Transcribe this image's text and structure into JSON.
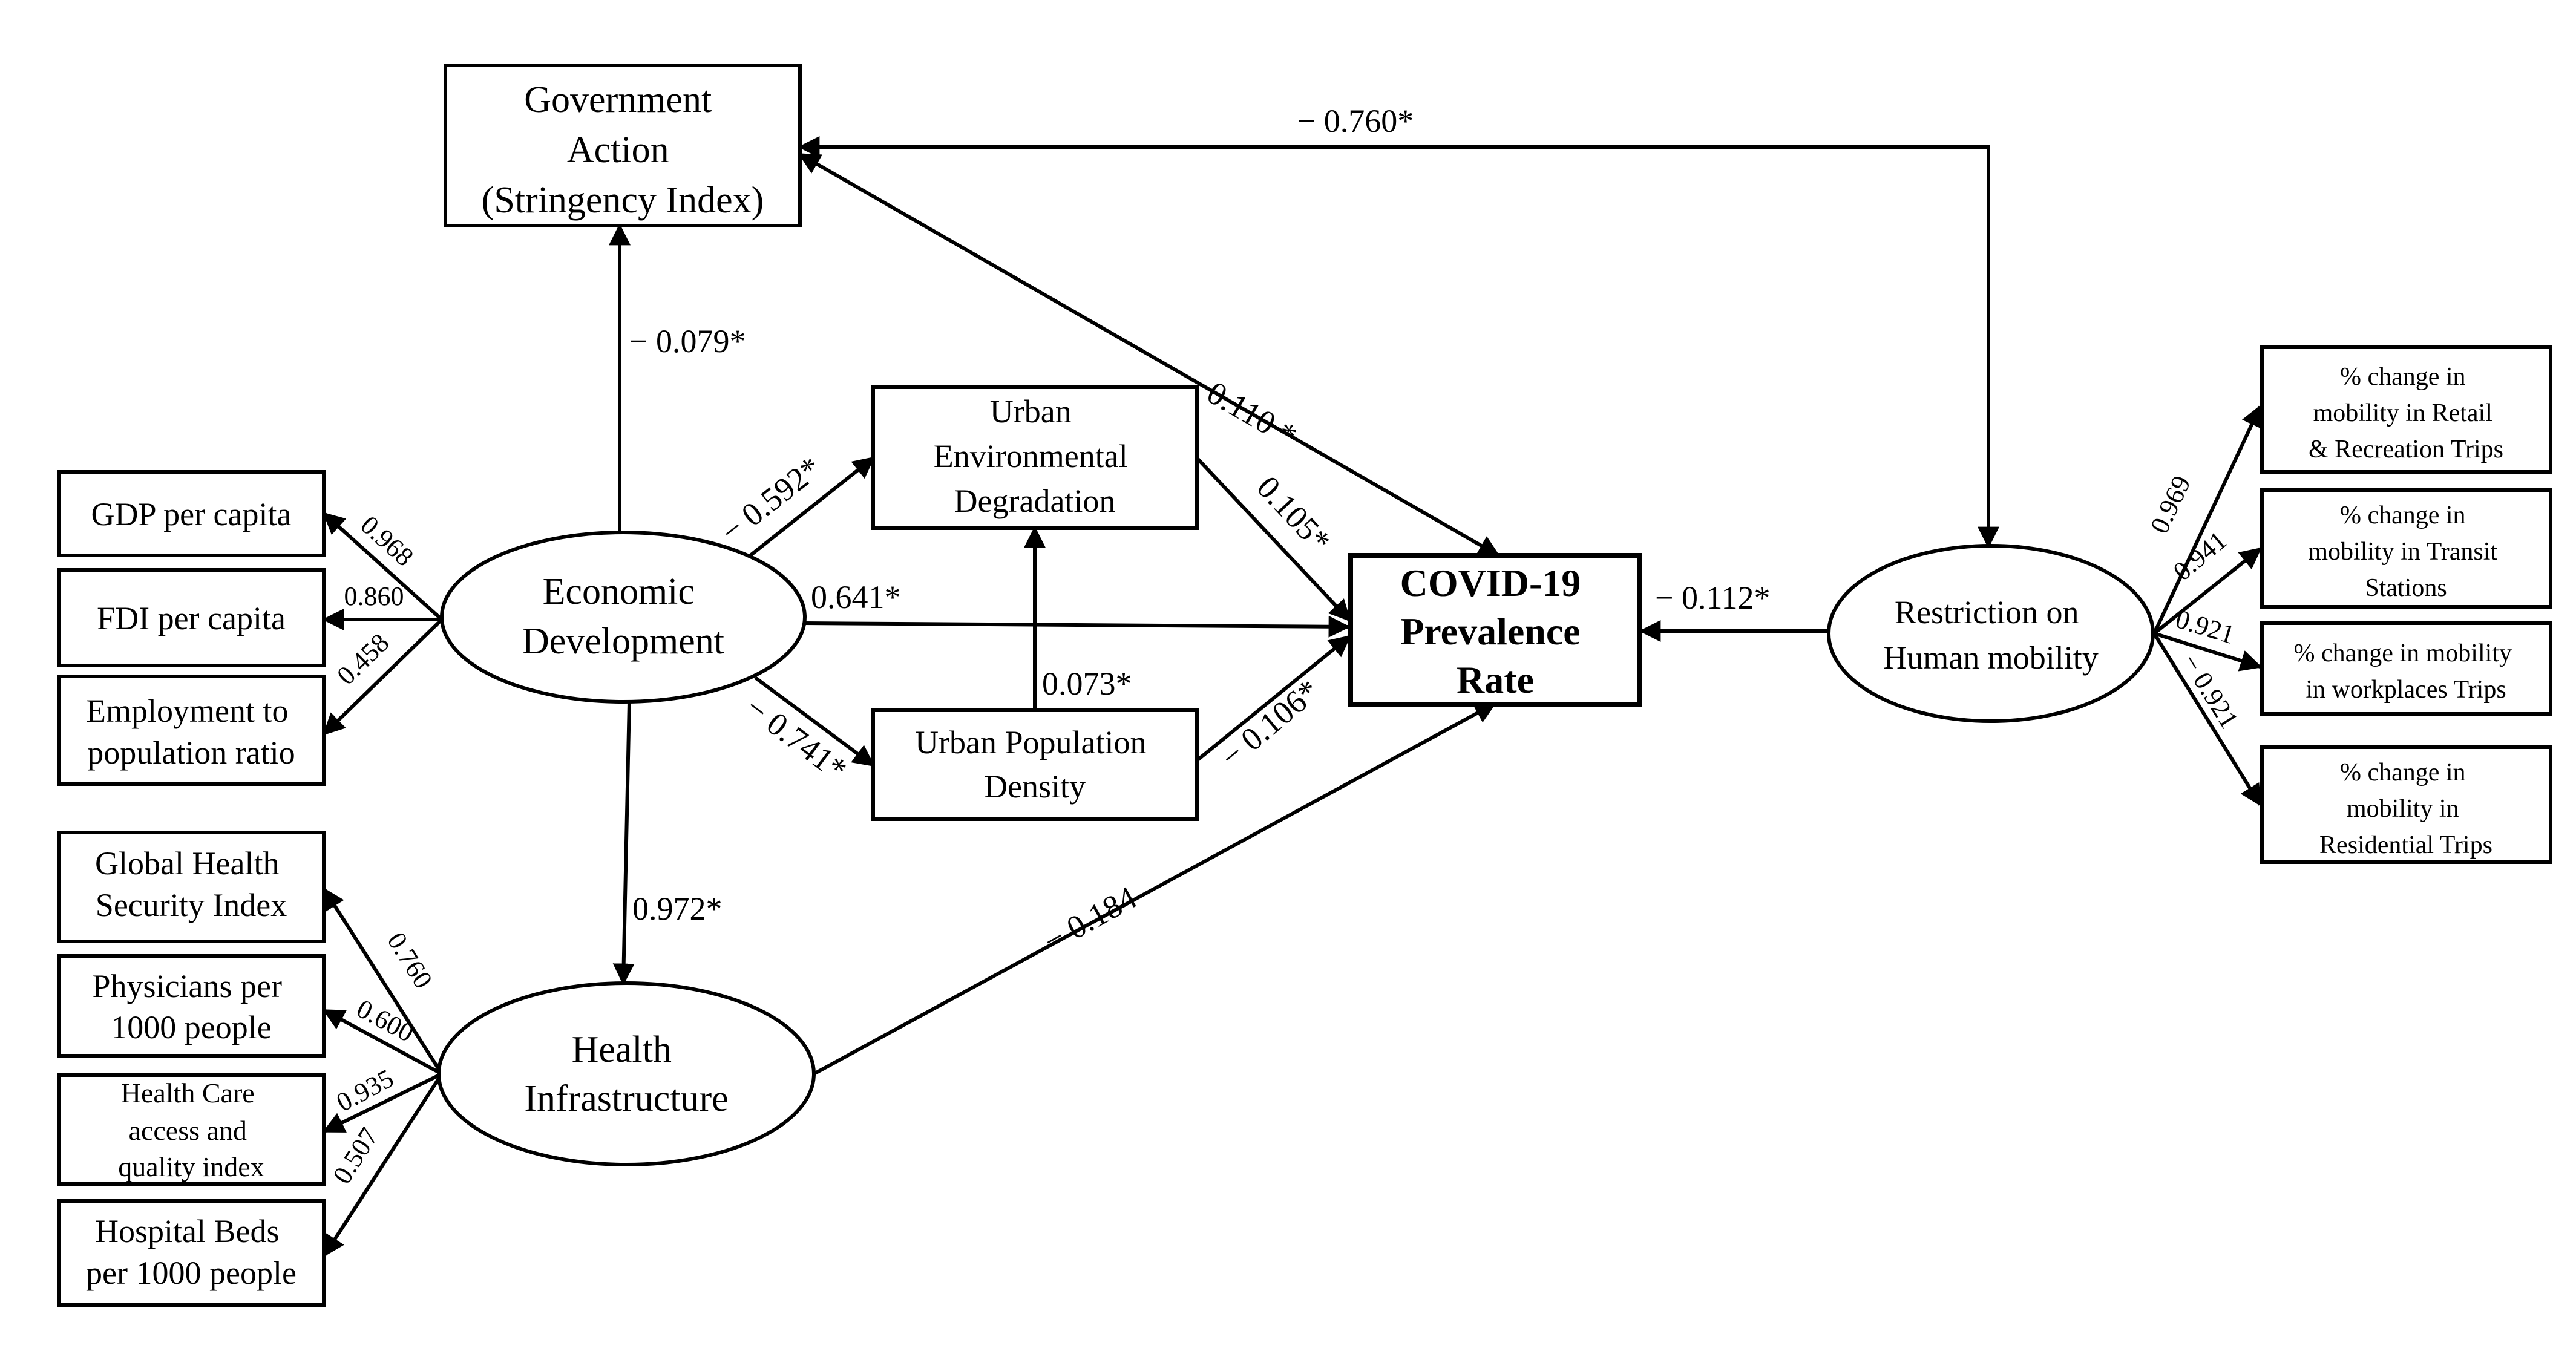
{
  "nodes": {
    "government_action": [
      "Government",
      "Action",
      "(Stringency Index)"
    ],
    "urban_env_degradation": [
      "Urban",
      "Environmental",
      "Degradation"
    ],
    "urban_population_density": [
      "Urban Population",
      "Density"
    ],
    "covid_prevalence": [
      "COVID-19",
      "Prevalence",
      "Rate"
    ],
    "economic_development": [
      "Economic",
      "Development"
    ],
    "health_infrastructure": [
      "Health",
      "Infrastructure"
    ],
    "restriction_mobility": [
      "Restriction on",
      "Human mobility"
    ],
    "gdp_per_capita": [
      "GDP per capita"
    ],
    "fdi_per_capita": [
      "FDI per capita"
    ],
    "employment_ratio": [
      "Employment to",
      "population ratio"
    ],
    "global_health_security": [
      "Global Health",
      "Security Index"
    ],
    "physicians": [
      "Physicians per",
      "1000 people"
    ],
    "health_care_access": [
      "Health Care",
      "access and",
      "quality index"
    ],
    "hospital_beds": [
      "Hospital Beds",
      "per 1000 people"
    ],
    "mobility_retail": [
      "% change in",
      "mobility in Retail",
      "& Recreation Trips"
    ],
    "mobility_transit": [
      "% change in",
      "mobility in Transit",
      "Stations"
    ],
    "mobility_workplaces": [
      "% change in mobility",
      "in workplaces Trips"
    ],
    "mobility_residential": [
      "% change in",
      "mobility in",
      "Residential Trips"
    ]
  },
  "edges": {
    "gov_restriction": "− 0.760*",
    "econ_gov": "− 0.079*",
    "gov_covid": "0.110 *",
    "econ_urban_env": "− 0.592*",
    "urban_env_covid": "0.105*",
    "econ_covid": "0.641*",
    "urban_density_env": "0.073*",
    "econ_urban_density": "− 0.741*",
    "urban_density_covid": "− 0.106*",
    "econ_health": "0.972*",
    "health_covid": "− 0.184",
    "restriction_covid": "− 0.112*"
  },
  "loadings": {
    "gdp": "0.968",
    "fdi": "0.860",
    "employment": "0.458",
    "global_health": "0.760",
    "physicians": "0.600",
    "health_care": "0.935",
    "hospital_beds": "0.507",
    "retail": "0.969",
    "transit": "0.941",
    "workplaces": "0.921",
    "residential": "− 0.921"
  }
}
